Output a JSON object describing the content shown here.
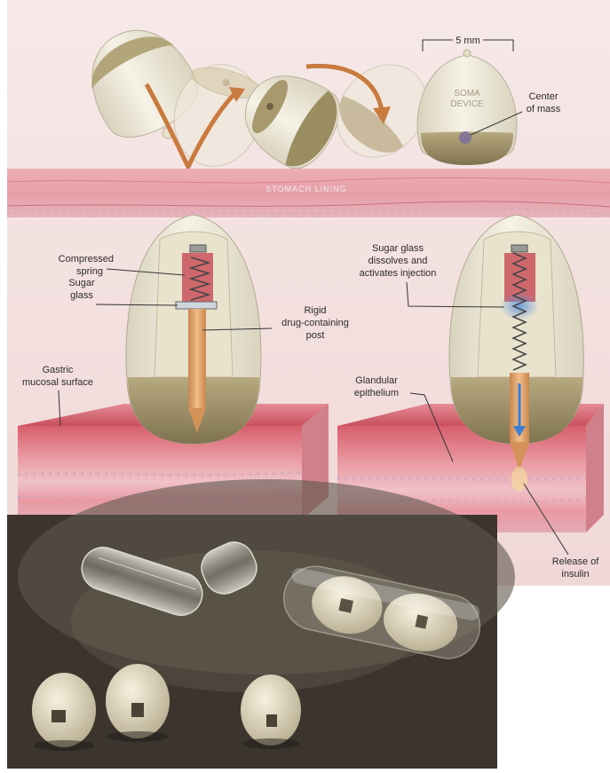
{
  "illustration": {
    "scale_label": "5 mm",
    "device_label_line1": "SOMA",
    "device_label_line2": "DEVICE",
    "center_of_mass": [
      "Center",
      "of mass"
    ],
    "stomach_lining": "STOMACH LINING",
    "left_device": {
      "compressed_spring": [
        "Compressed",
        "spring"
      ],
      "sugar_glass": [
        "Sugar",
        "glass"
      ],
      "rigid_post": [
        "Rigid",
        "drug-containing",
        "post"
      ],
      "gastric_surface": [
        "Gastric",
        "mucosal surface"
      ]
    },
    "right_device": {
      "sugar_glass_dissolves": [
        "Sugar glass",
        "dissolves and",
        "activates injection"
      ],
      "glandular": [
        "Glandular",
        "epithelium"
      ],
      "release": [
        "Release of",
        "insulin"
      ]
    }
  },
  "colors": {
    "background": "#f3dedd",
    "shell": "#f1ecdc",
    "base": "#9a8c62",
    "tissue": "#d86b78",
    "post": "#e0a66e",
    "arrow": "#c97a3e"
  }
}
